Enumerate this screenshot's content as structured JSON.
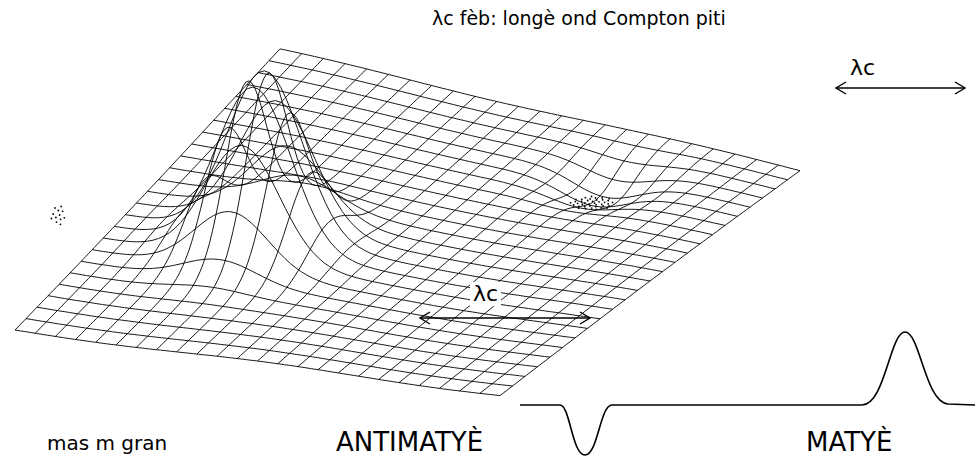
{
  "diagram": {
    "title": "λc fèb: longè ond Compton piti",
    "labels": [
      "mas m gran",
      "ANTIMATYÈ",
      "MATYÈ",
      "λc",
      "λc"
    ]
  }
}
